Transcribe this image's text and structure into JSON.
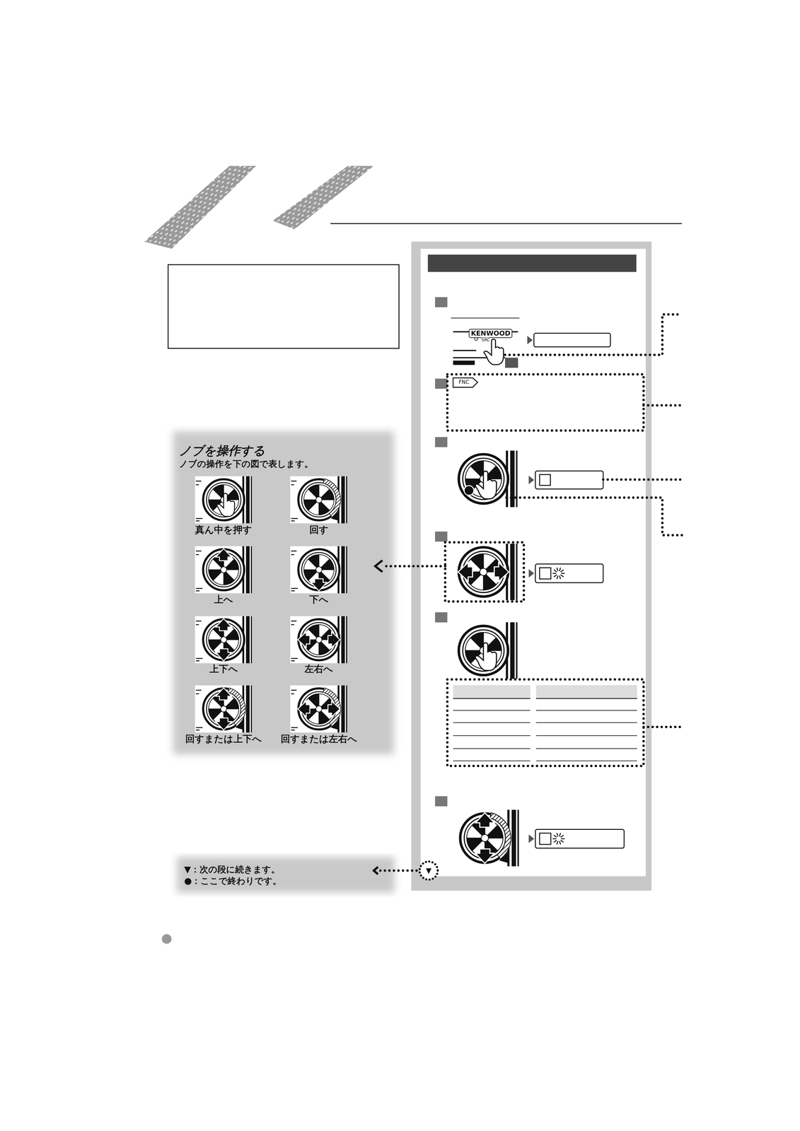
{
  "diagram": {
    "nodes": [
      {
        "text": [
          "ノブを操作する",
          "ノブの操作を下の図で表します。"
        ]
      },
      {
        "text": [
          "▼：次の段に続きます。",
          "●：ここで終わりです。"
        ]
      },
      {
        "text": [
          "▼"
        ]
      }
    ],
    "edges": [
      {
        "from": 2,
        "to": 1,
        "arrow": "to"
      }
    ],
    "labels": [
      "KENWOOD",
      "SRC",
      "FNC",
      "真ん中を押す",
      "回す",
      "上へ",
      "下へ",
      "上下へ",
      "左右へ",
      "回すまたは上下へ",
      "回すまたは左右へ"
    ]
  }
}
